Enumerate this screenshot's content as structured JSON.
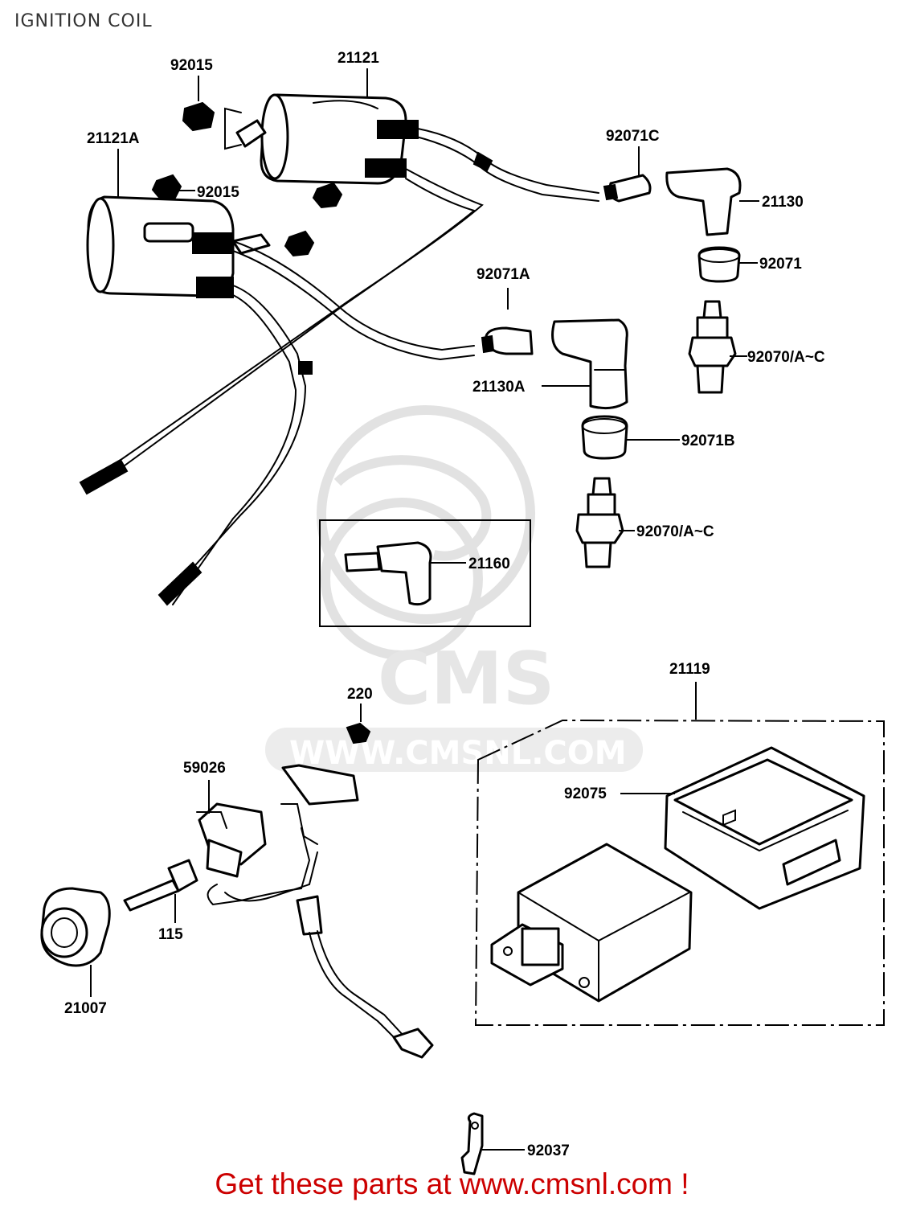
{
  "title": "IGNITION COIL",
  "footer": "Get these parts at www.cmsnl.com !",
  "accent_color": "#cc0000",
  "watermark": {
    "brand": "CMS",
    "url": "WWW.CMSNL.COM"
  },
  "callouts": {
    "p92015_top": "92015",
    "p21121": "21121",
    "p21121A": "21121A",
    "p92015_mid": "92015",
    "p92071C": "92071C",
    "p21130": "21130",
    "p92071": "92071",
    "p92071A": "92071A",
    "p92070_top": "92070/A~C",
    "p21130A": "21130A",
    "p92071B": "92071B",
    "p92070_bottom": "92070/A~C",
    "p21160": "21160",
    "p21119": "21119",
    "p220": "220",
    "p59026": "59026",
    "p92075": "92075",
    "p115": "115",
    "p21007": "21007",
    "p92037": "92037"
  }
}
